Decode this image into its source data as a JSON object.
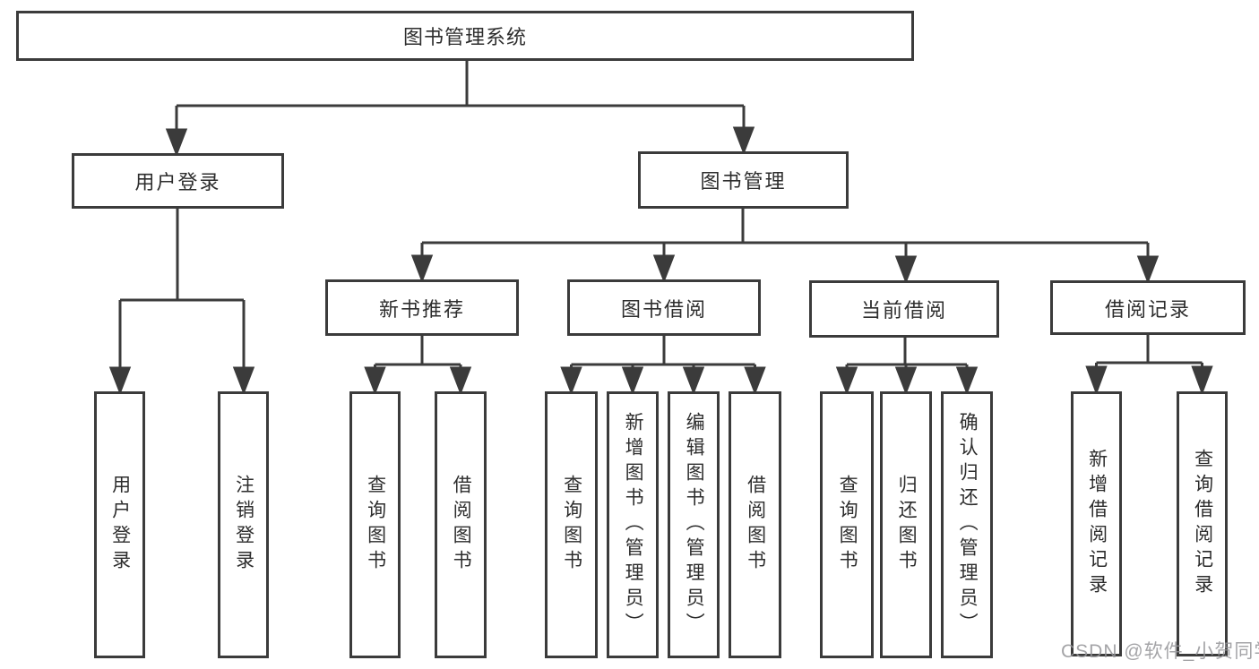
{
  "diagram": {
    "root": "图书管理系统",
    "level1": {
      "user_login": "用户登录",
      "book_mgmt": "图书管理"
    },
    "level2": {
      "new_books": "新书推荐",
      "book_borrow": "图书借阅",
      "current_borrow": "当前借阅",
      "borrow_records": "借阅记录"
    },
    "leaves": {
      "user_login_1": "用户登录",
      "user_login_2": "注销登录",
      "new_books_1": "查询图书",
      "new_books_2": "借阅图书",
      "book_borrow_1": "查询图书",
      "book_borrow_2": "新增图书（管理员）",
      "book_borrow_3": "编辑图书（管理员）",
      "book_borrow_4": "借阅图书",
      "current_borrow_1": "查询图书",
      "current_borrow_2": "归还图书",
      "current_borrow_3": "确认归还（管理员）",
      "borrow_records_1": "新增借阅记录",
      "borrow_records_2": "查询借阅记录"
    },
    "watermark": "CSDN @软件_小贺同学",
    "colors": {
      "line": "#3b3b3b",
      "box_border": "#3b3b3b",
      "text": "#2d2d2d",
      "watermark": "#949498",
      "background": "#ffffff"
    }
  }
}
